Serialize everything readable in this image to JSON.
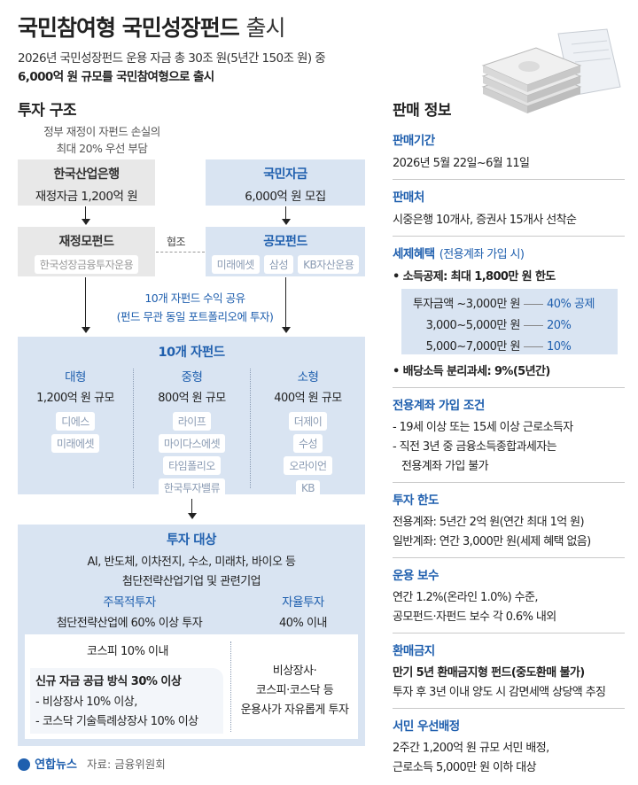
{
  "header": {
    "title_bold": "국민참여형 국민성장펀드",
    "title_light": "출시",
    "sub1": "2026년 국민성장펀드 운용 자금 총 30조 원(5년간 150조 원) 중",
    "sub2": "6,000억 원 규모를 국민참여형으로 출시"
  },
  "structure": {
    "heading": "투자 구조",
    "note1": "정부 재정이 자펀드 손실의",
    "note2": "최대 20% 우선 부담",
    "kdb": {
      "title": "한국산업은행",
      "line": "재정자금 1,200억 원"
    },
    "citizen": {
      "title": "국민자금",
      "line": "6,000억 원 모집"
    },
    "mother": {
      "title": "재정모펀드",
      "chip": "한국성장금융투자운용"
    },
    "coop": "협조",
    "public": {
      "title": "공모펀드",
      "chips": [
        "미래에셋",
        "삼성",
        "KB자산운용"
      ]
    },
    "share1": "10개 자펀드 수익 공유",
    "share2": "(펀드 무관 동일 포트폴리오에 투자)",
    "subfunds": {
      "title": "10개 자펀드",
      "groups": [
        {
          "name": "대형",
          "size": "1,200억 원 규모",
          "chips": [
            "디에스",
            "미래에셋"
          ]
        },
        {
          "name": "중형",
          "size": "800억 원 규모",
          "chips": [
            "라이프",
            "마이다스에셋",
            "타임폴리오",
            "한국투자밸류"
          ]
        },
        {
          "name": "소형",
          "size": "400억 원 규모",
          "chips": [
            "더제이",
            "수성",
            "오라이언",
            "KB"
          ]
        }
      ]
    },
    "target": {
      "title": "투자 대상",
      "line1": "AI, 반도체, 이차전지, 수소, 미래차, 바이오 등",
      "line2": "첨단전략산업기업 및 관련기업",
      "focus": {
        "name": "주목적투자",
        "line": "첨단전략산업에 60% 이상 투자"
      },
      "free": {
        "name": "자율투자",
        "line": "40% 이내"
      },
      "kospi": "코스피 10% 이내",
      "newfund": {
        "title": "신규 자금 공급 방식 30% 이상",
        "items": [
          "- 비상장사 10% 이상,",
          "- 코스닥 기술특례상장사 10% 이상"
        ]
      },
      "freebox": [
        "비상장사·",
        "코스피·코스닥 등",
        "운용사가 자유롭게 투자"
      ]
    }
  },
  "sales": {
    "heading": "판매 정보",
    "period": {
      "head": "판매기간",
      "line": "2026년 5월 22일~6월 11일"
    },
    "seller": {
      "head": "판매처",
      "line": "시중은행 10개사, 증권사 15개사 선착순"
    },
    "tax": {
      "head": "세제혜택",
      "head_note": "(전용계좌 가입 시)",
      "deduction": "• 소득공제: 최대 1,800만 원 한도",
      "rows": [
        {
          "range": "투자금액 ~3,000만 원",
          "rate": "40% 공제"
        },
        {
          "range": "3,000~5,000만 원",
          "rate": "20%"
        },
        {
          "range": "5,000~7,000만 원",
          "rate": "10%"
        }
      ],
      "dividend": "• 배당소득 분리과세: 9%(5년간)"
    },
    "account": {
      "head": "전용계좌 가입 조건",
      "lines": [
        "- 19세 이상 또는 15세 이상 근로소득자",
        "- 직전 3년 중 금융소득종합과세자는",
        "전용계좌 가입 불가"
      ]
    },
    "limit": {
      "head": "투자 한도",
      "lines": [
        "전용계좌: 5년간 2억 원(연간 최대 1억 원)",
        "일반계좌: 연간 3,000만 원(세제 혜택 없음)"
      ]
    },
    "fee": {
      "head": "운용 보수",
      "lines": [
        "연간 1.2%(온라인 1.0%) 수준,",
        "공모펀드·자펀드 보수 각 0.6% 내외"
      ]
    },
    "redemption": {
      "head": "환매금지",
      "bold": "만기 5년 환매금지형 펀드(중도환매 불가)",
      "line": "투자 후 3년 이내 양도 시 감면세액 상당액 추징"
    },
    "priority": {
      "head": "서민 우선배정",
      "lines": [
        "2주간 1,200억 원 규모 서민 배정,",
        "근로소득 5,000만 원 이하 대상"
      ]
    }
  },
  "footer": {
    "logo": "연합뉴스",
    "source": "자료: 금융위원회"
  },
  "colors": {
    "accent": "#1f5fae",
    "panel_blue": "#d9e4f2",
    "panel_gray": "#e8e8e8"
  }
}
